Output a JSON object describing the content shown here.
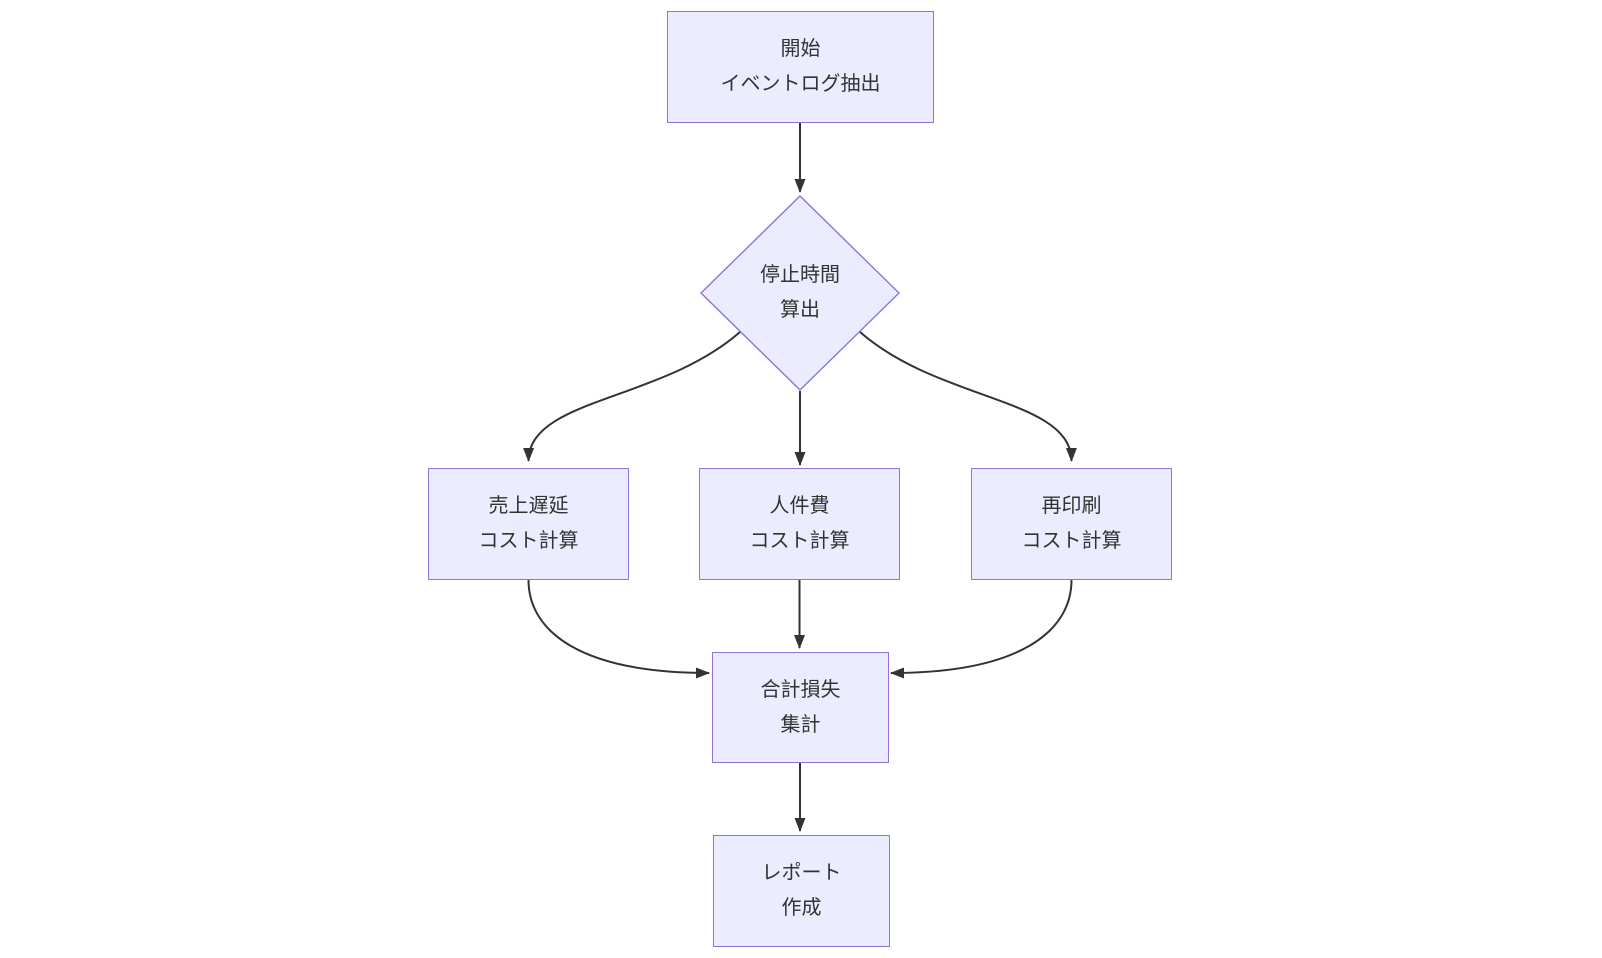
{
  "diagram": {
    "type": "flowchart",
    "direction": "top-down",
    "nodes": {
      "start": {
        "shape": "rectangle",
        "line1": "開始",
        "line2": "イベントログ抽出"
      },
      "decision": {
        "shape": "diamond",
        "line1": "停止時間",
        "line2": "算出"
      },
      "sales_delay": {
        "shape": "rectangle",
        "line1": "売上遅延",
        "line2": "コスト計算"
      },
      "labor": {
        "shape": "rectangle",
        "line1": "人件費",
        "line2": "コスト計算"
      },
      "reprint": {
        "shape": "rectangle",
        "line1": "再印刷",
        "line2": "コスト計算"
      },
      "total_loss": {
        "shape": "rectangle",
        "line1": "合計損失",
        "line2": "集計"
      },
      "report": {
        "shape": "rectangle",
        "line1": "レポート",
        "line2": "作成"
      }
    },
    "edges": [
      {
        "from": "start",
        "to": "decision"
      },
      {
        "from": "decision",
        "to": "sales_delay"
      },
      {
        "from": "decision",
        "to": "labor"
      },
      {
        "from": "decision",
        "to": "reprint"
      },
      {
        "from": "sales_delay",
        "to": "total_loss"
      },
      {
        "from": "labor",
        "to": "total_loss"
      },
      {
        "from": "reprint",
        "to": "total_loss"
      },
      {
        "from": "total_loss",
        "to": "report"
      }
    ]
  },
  "colors": {
    "node_fill": "#ECECFF",
    "node_border": "#9370DB",
    "edge": "#333333",
    "text": "#333333",
    "background": "#FFFFFF"
  }
}
